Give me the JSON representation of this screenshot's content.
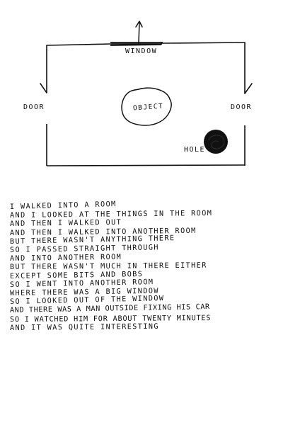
{
  "plan": {
    "window_label": "WINDOW",
    "door_left_label": "DOOR",
    "door_right_label": "DOOR",
    "object_label": "OBJECT",
    "hole_label": "HOLE"
  },
  "story": {
    "lines": [
      "I WALKED INTO A ROOM",
      "AND I LOOKED AT THE THINGS IN THE ROOM",
      "AND THEN I WALKED OUT",
      "AND THEN I WALKED INTO ANOTHER ROOM",
      "BUT THERE WASN'T ANYTHING THERE",
      "SO I PASSED STRAIGHT THROUGH",
      "AND INTO ANOTHER ROOM",
      "BUT THERE WASN'T MUCH IN THERE EITHER",
      "EXCEPT SOME BITS AND BOBS",
      "SO I WENT INTO ANOTHER ROOM",
      "WHERE THERE WAS A BIG WINDOW",
      "SO I LOOKED OUT OF THE WINDOW",
      "AND THERE WAS A MAN OUTSIDE FIXING HIS CAR",
      "SO I WATCHED HIM FOR ABOUT TWENTY MINUTES",
      "AND IT WAS QUITE INTERESTING"
    ]
  }
}
